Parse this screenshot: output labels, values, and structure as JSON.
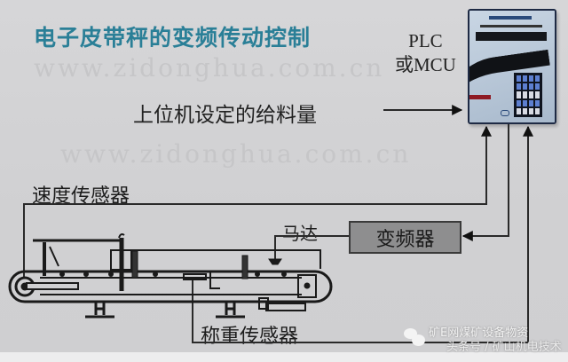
{
  "diagram": {
    "title": "电子皮带秤的变频传动控制",
    "background_watermarks": [
      "www.zidonghua.com.cn",
      "www.zidonghua.com.cn"
    ],
    "controller": {
      "label_line1": "PLC",
      "label_line2": "或MCU"
    },
    "inputs": {
      "feed_setpoint": "上位机设定的给料量",
      "speed_sensor": "速度传感器",
      "weigh_sensor": "称重传感器"
    },
    "outputs": {
      "vfd": "变频器",
      "motor": "马达"
    },
    "colors": {
      "title": "#2a7f97",
      "background": "#d2d2d4",
      "lines": "#2a2a2a",
      "vfd_fill": "#8e8e8f"
    }
  },
  "footer_watermark": {
    "line1": "矿E网煤矿设备物资",
    "line2": "头条号 / 矿山机电技术",
    "icon": "wechat-icon"
  }
}
